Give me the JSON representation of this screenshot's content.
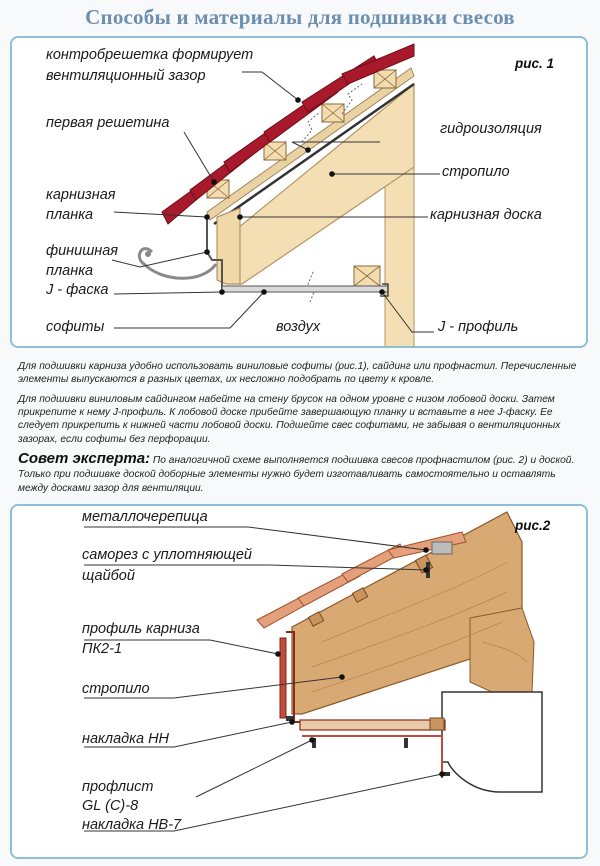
{
  "title": "Способы и материалы для подшивки свесов",
  "fig1": {
    "label": "рис. 1",
    "callouts": {
      "kontr_line1": "контробрешетка формирует",
      "kontr_line2": "вентиляционный зазор",
      "pervaya": "первая решетина",
      "karniz_planka1": "карнизная",
      "karniz_planka2": "планка",
      "finish1": "финишная",
      "finish2": "планка",
      "jfaska": "J - фаска",
      "sofity": "софиты",
      "gidro": "гидроизоляция",
      "stropilo": "стропило",
      "karniz_doska": "карнизная доска",
      "vozduh": "воздух",
      "jprofil": "J - профиль"
    }
  },
  "text": {
    "p1": "Для подшивки карниза удобно использовать виниловые софиты (рис.1), сайдинг или профнастил. Перечисленные элементы выпускаются в разных цветах, их несложно подобрать по цвету к кровле.",
    "p2": "Для подшивки виниловым сайдингом набейте на стену брусок на одном уровне с низом лобовой доски. Затем прикрепите к нему J-профиль. К лобовой доске прибейте завершающую планку и вставьте в нее J-фаску. Ее следует прикрепить к нижней части лобовой доски. Подшейте свес софитами, не забывая о вентиляционных зазорах, если софиты без перфорации.",
    "tip_head": "Совет эксперта:",
    "tip_body": " По аналогичной схеме выполняется подшивка свесов профнастилом (рис. 2) и доской. Только при подшивке доской доборные элементы нужно будет изготавливать самостоятельно и оставлять между досками зазор для вентиляции."
  },
  "fig2": {
    "label": "рис.2",
    "callouts": {
      "metal": "металлочерепица",
      "samorez1": "саморез с уплотняющей",
      "samorez2": "щайбой",
      "profil1": "профиль карниза",
      "profil2": "ПК2-1",
      "stropilo": "стропило",
      "nakladka_nn": "накладка НН",
      "proflist1": "профлист",
      "proflist2": "GL (С)-8",
      "nakladka_nv": "накладка НВ-7"
    }
  }
}
